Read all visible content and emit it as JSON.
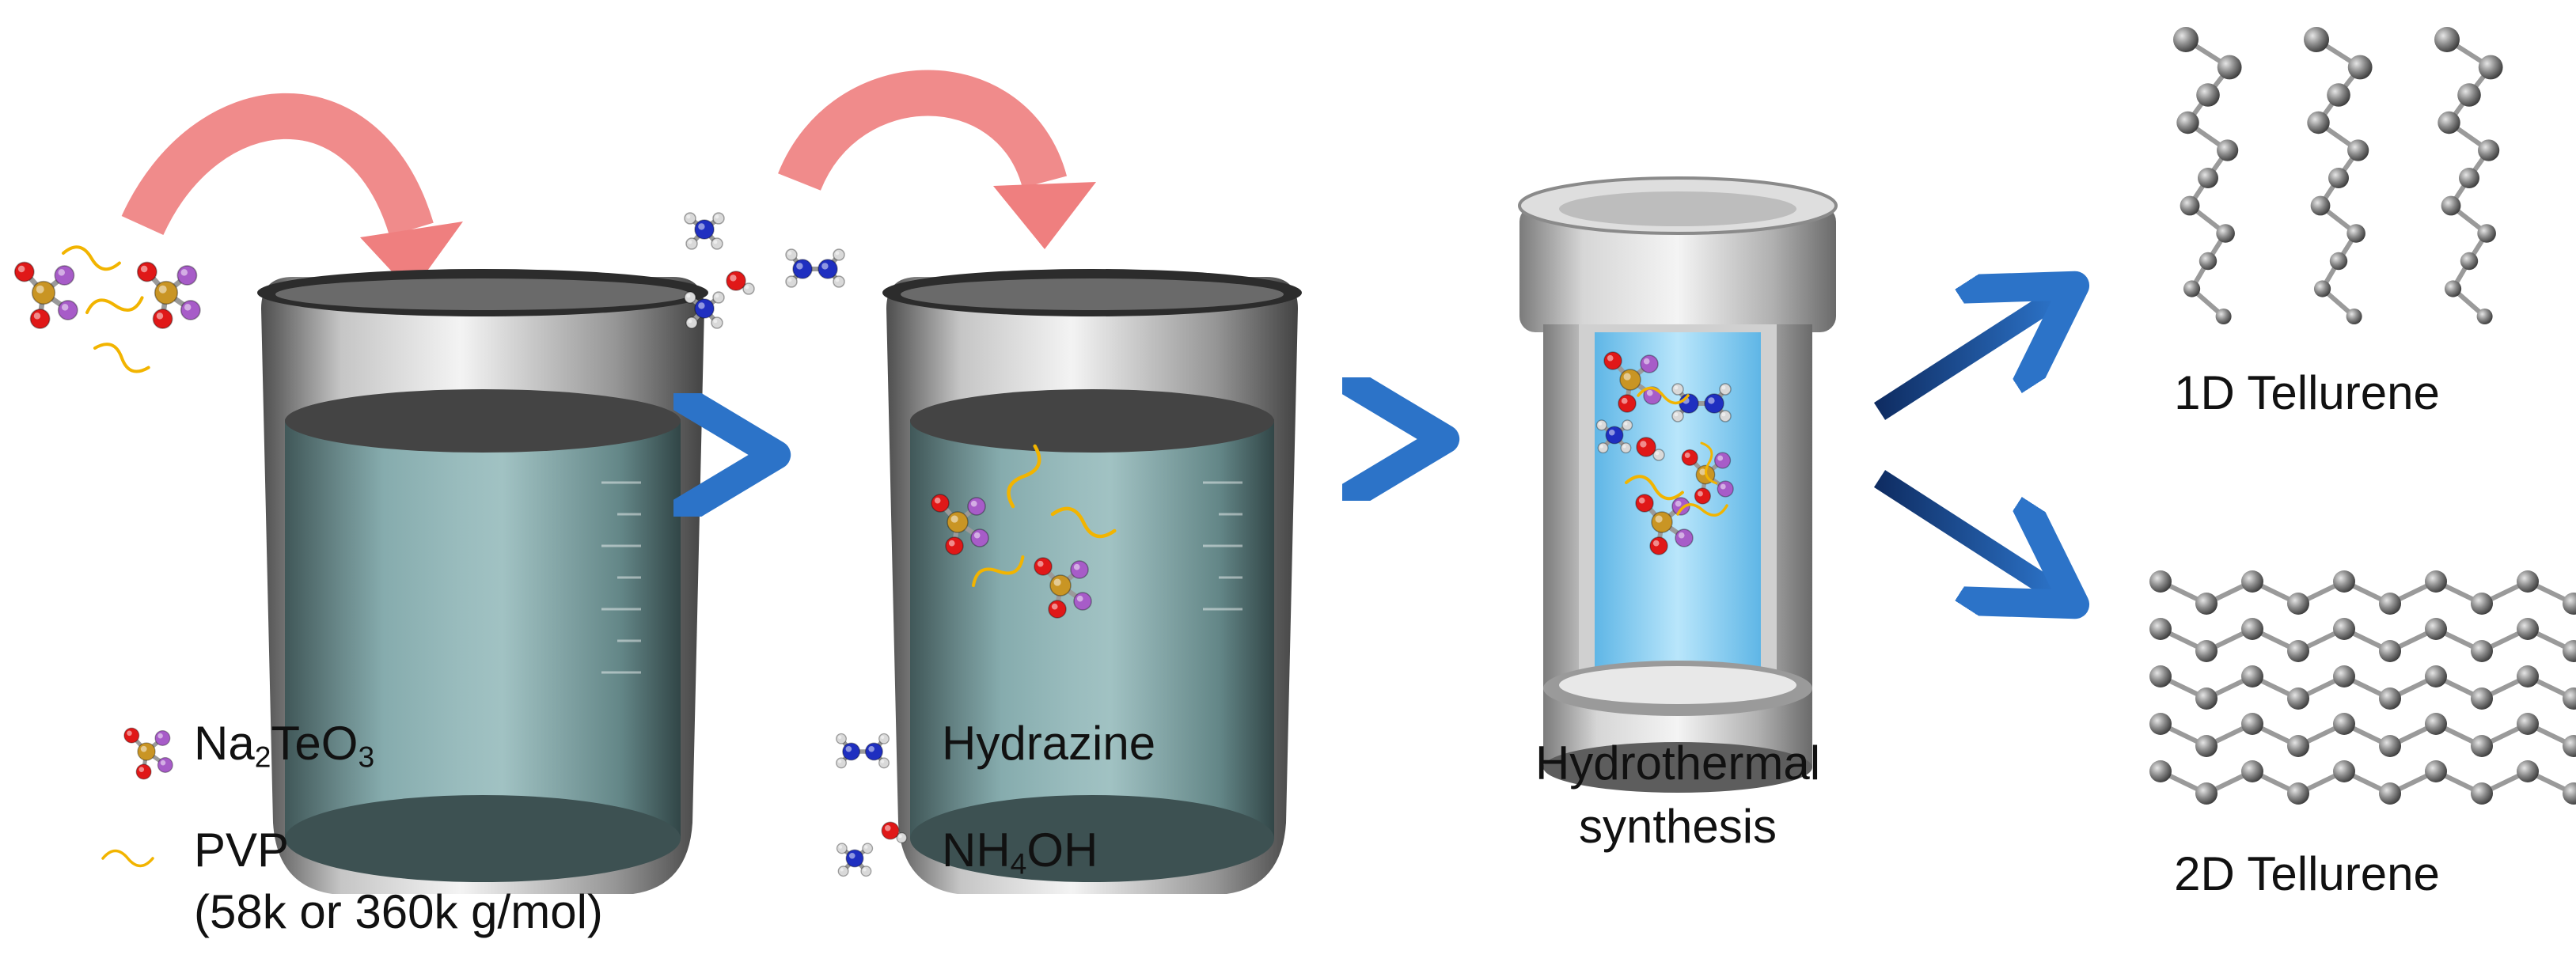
{
  "legend_left": {
    "na2teo3": {
      "prefix": "Na",
      "sub1": "2",
      "mid": "TeO",
      "sub2": "3"
    },
    "pvp": "PVP",
    "pvp_note": "(58k or 360k g/mol)"
  },
  "legend_middle": {
    "hydrazine": "Hydrazine",
    "nh4oh": {
      "prefix": "NH",
      "sub": "4",
      "suffix": "OH"
    }
  },
  "steps": {
    "hydrothermal_line1": "Hydrothermal",
    "hydrothermal_line2": "synthesis"
  },
  "products": {
    "one_d": "1D Tellurene",
    "two_d": "2D Tellurene"
  },
  "colors": {
    "arrow_blue": "#1a4f96",
    "curved_arrow": "#ee7a7a",
    "liquid": "#7fa8aa",
    "reactor_liquid": "#8fd0f0",
    "pvp_chain": "#f2b400",
    "tellurium_atom": "#c99524",
    "oxygen_atom": "#e01818",
    "sodium_atom": "#a75cc8",
    "nitrogen_atom": "#1f2fc0",
    "hydrogen_atom": "#d9d9d9",
    "tellurene_atom": "#6f6f6f"
  }
}
